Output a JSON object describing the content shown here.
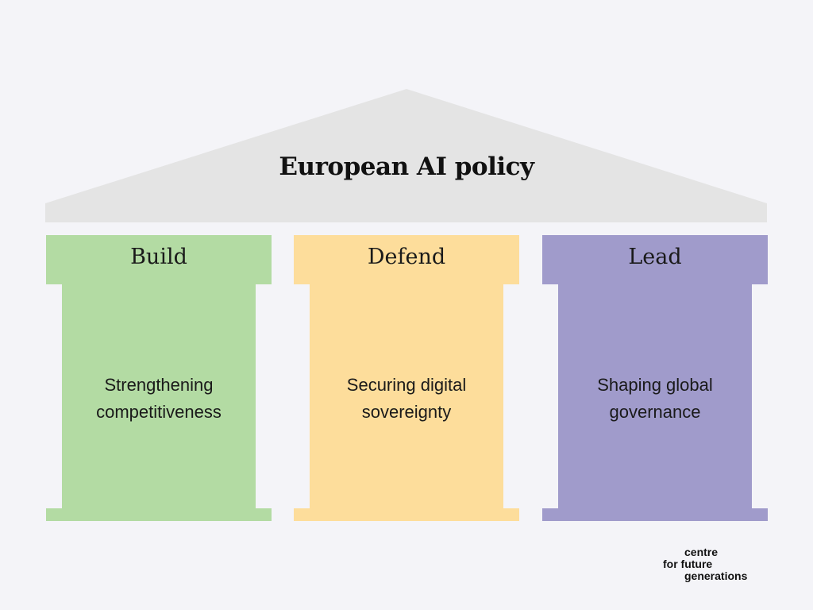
{
  "title": "European AI policy",
  "colors": {
    "background": "#f4f4f8",
    "roof": "#e4e4e4",
    "build": "#b3dba3",
    "defend": "#fddd9b",
    "lead": "#a09bcb"
  },
  "pillars": [
    {
      "name": "Build",
      "description": "Strengthening competitiveness",
      "color": "#b3dba3"
    },
    {
      "name": "Defend",
      "description": "Securing digital sovereignty",
      "color": "#fddd9b"
    },
    {
      "name": "Lead",
      "description": "Shaping global governance",
      "color": "#a09bcb"
    }
  ],
  "logo": {
    "line1": "centre",
    "line2": "for future",
    "line3": "generations"
  }
}
